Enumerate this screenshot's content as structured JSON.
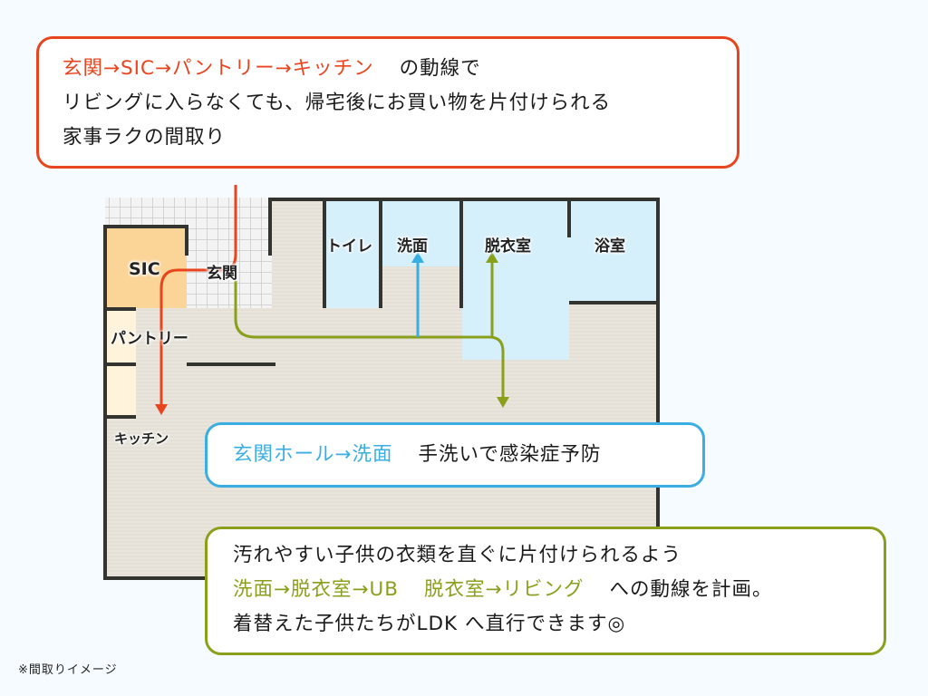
{
  "colors": {
    "route_orange": "#e8451e",
    "route_blue": "#3aaee3",
    "route_green": "#8aa01c",
    "wall": "#333330",
    "floor": "#e9e5dc",
    "wet_area": "#d6f0fb",
    "sic": "#fbd597",
    "pantry": "#fff3dc",
    "entrance_tile": "#eeeeee",
    "background": "#f5fbfe"
  },
  "callouts": {
    "top": {
      "line1_highlight": "玄関→SIC→パントリー→キッチン",
      "line1_rest": "の動線で",
      "line2": "リビングに入らなくても、帰宅後にお買い物を片付けられる",
      "line3": "家事ラクの間取り"
    },
    "middle": {
      "highlight": "玄関ホール→洗面",
      "rest": "手洗いで感染症予防"
    },
    "bottom": {
      "line1": "汚れやすい子供の衣類を直ぐに片付けられるよう",
      "line2_highlight1": "洗面→脱衣室→UB",
      "line2_highlight2": "脱衣室→リビング",
      "line2_rest": "への動線を計画。",
      "line3": "着替えた子供たちがLDK へ直行できます◎"
    }
  },
  "rooms": {
    "sic": "SIC",
    "entrance": "玄関",
    "toilet": "トイレ",
    "washroom": "洗面",
    "dressing_room": "脱衣室",
    "bathroom": "浴室",
    "pantry": "パントリー",
    "kitchen": "キッチン"
  },
  "note": "※間取りイメージ"
}
